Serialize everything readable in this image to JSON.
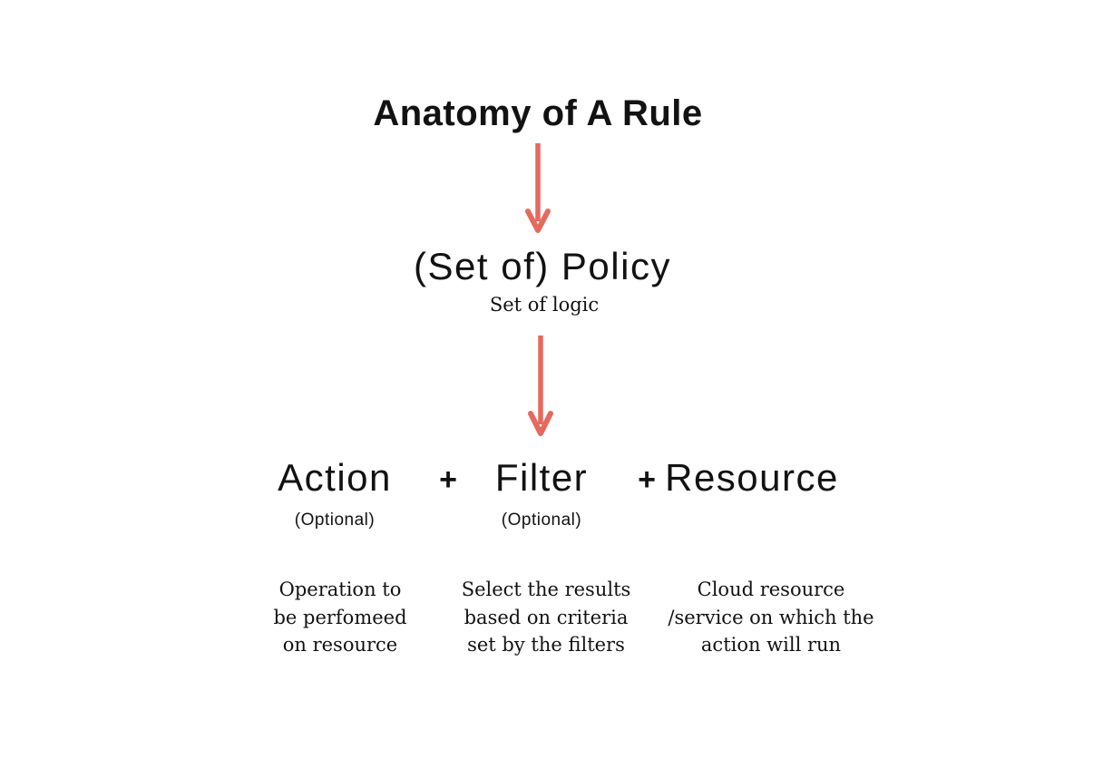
{
  "title": "Anatomy of A Rule",
  "policy": {
    "label": "(Set of) Policy",
    "sublabel": "Set of logic"
  },
  "plus_sign": "+",
  "components": [
    {
      "label": "Action",
      "note": "(Optional)",
      "description": "Operation to\nbe perfomeed\non resource"
    },
    {
      "label": "Filter",
      "note": "(Optional)",
      "description": "Select the results\nbased on criteria\nset by the filters"
    },
    {
      "label": "Resource",
      "description": "Cloud resource\n/service on which the\naction will run"
    }
  ],
  "colors": {
    "arrow": "#e6695e",
    "text": "#121212",
    "background": "#ffffff"
  }
}
